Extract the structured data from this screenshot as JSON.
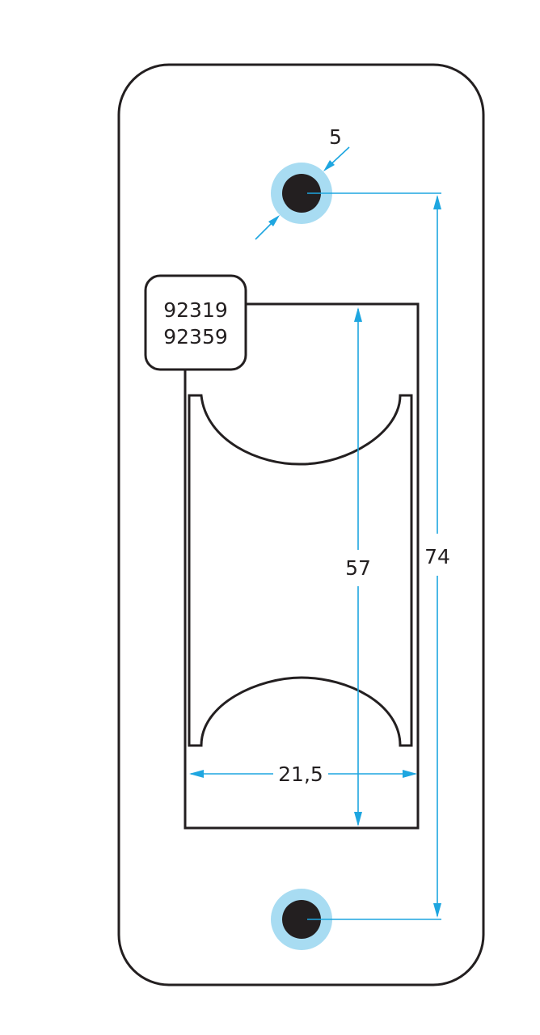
{
  "labels": {
    "codes": [
      "92319",
      "92359"
    ]
  },
  "dimensions": {
    "hole_diameter": "5",
    "hole_spacing": "74",
    "slot_height": "57",
    "slot_width": "21,5"
  },
  "colors": {
    "line": "#231f20",
    "dimension": "#1ea6e0",
    "hole_ring": "#a8dcf2"
  }
}
